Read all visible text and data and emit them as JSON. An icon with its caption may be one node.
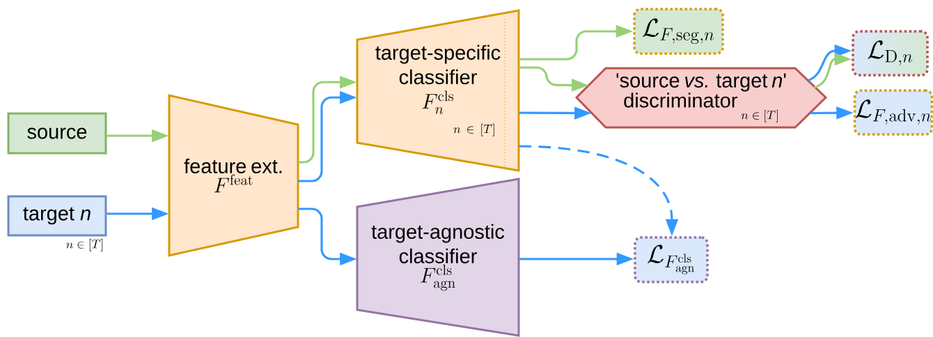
{
  "diagram": {
    "nodes": [
      {
        "text": [
          "source"
        ]
      },
      {
        "text": [
          "target *n*"
        ],
        "beside": [
          "n \\in [T]"
        ]
      },
      {
        "text": [
          "feature ext.",
          "F^{\\mathrm{feat}}"
        ]
      },
      {
        "text": [
          "target-specific classifier",
          "F_n^{\\mathrm{cls}}",
          "n \\in [T]"
        ]
      },
      {
        "text": [
          "target-agnostic classifier",
          "F_{\\mathrm{agn}}^{\\mathrm{cls}}"
        ]
      },
      {
        "text": [
          "\\mathcal{L}_{F,\\mathrm{seg},n}"
        ]
      },
      {
        "text": [
          "'source *vs.* target *n*' discriminator",
          "n \\in [T]"
        ]
      },
      {
        "text": [
          "\\mathcal{L}_{\\mathrm{D},n}"
        ]
      },
      {
        "text": [
          "\\mathcal{L}_{F,\\mathrm{adv},n}"
        ]
      },
      {
        "text": [
          "\\mathcal{L}_{F_{\\mathrm{agn}}^{\\mathrm{cls}}}"
        ]
      }
    ],
    "edges": [
      {
        "from": 0,
        "to": 2,
        "arrow": "to",
        "color": "#97d077"
      },
      {
        "from": 1,
        "to": 2,
        "arrow": "to"
      },
      {
        "from": 2,
        "to": 3,
        "arrow": "to",
        "color": "#97d077"
      },
      {
        "from": 2,
        "to": 3,
        "arrow": "to"
      },
      {
        "from": 2,
        "to": 4,
        "arrow": "to"
      },
      {
        "from": 3,
        "to": 5,
        "arrow": "to",
        "color": "#97d077"
      },
      {
        "from": 3,
        "to": 6,
        "arrow": "to",
        "color": "#97d077"
      },
      {
        "from": 3,
        "to": 6,
        "arrow": "to"
      },
      {
        "from": 3,
        "to": 9,
        "arrow": "to",
        "style": "dashed"
      },
      {
        "from": 4,
        "to": 9,
        "arrow": "to"
      },
      {
        "from": 6,
        "to": 7,
        "arrow": "to"
      },
      {
        "from": 6,
        "to": 7,
        "arrow": "to",
        "color": "#97d077"
      },
      {
        "from": 6,
        "to": 8,
        "arrow": "to"
      }
    ]
  }
}
